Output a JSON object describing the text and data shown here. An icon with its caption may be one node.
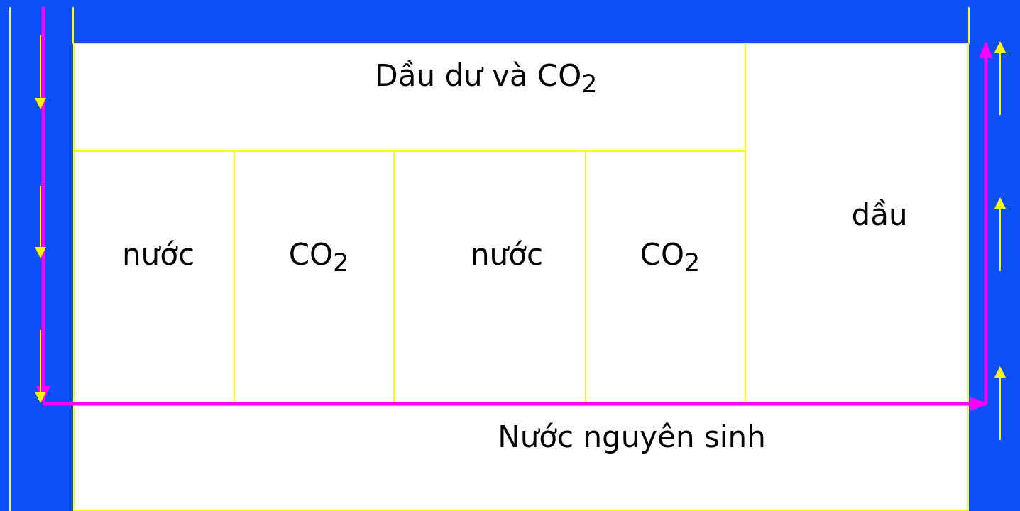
{
  "diagram": {
    "nodes": [
      {
        "text": [
          "Dầu dư và CO$_{2}$"
        ]
      },
      {
        "text": [
          "nước"
        ]
      },
      {
        "text": [
          "CO$_{2}$"
        ]
      },
      {
        "text": [
          "nước"
        ]
      },
      {
        "text": [
          "CO$_{2}$"
        ]
      },
      {
        "text": [
          "dầu"
        ]
      },
      {
        "text": [
          "Nước nguyên sinh"
        ]
      }
    ]
  }
}
